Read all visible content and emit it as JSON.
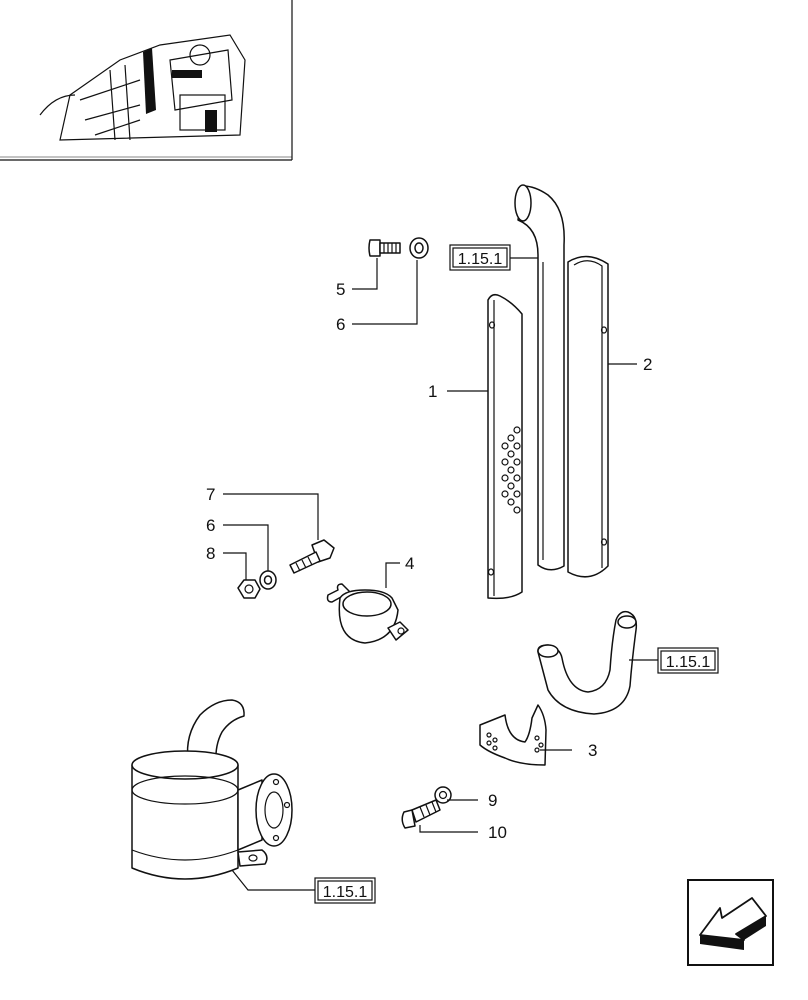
{
  "callouts": [
    {
      "id": "1",
      "label": "1"
    },
    {
      "id": "2",
      "label": "2"
    },
    {
      "id": "3",
      "label": "3"
    },
    {
      "id": "4",
      "label": "4"
    },
    {
      "id": "5",
      "label": "5"
    },
    {
      "id": "6a",
      "label": "6"
    },
    {
      "id": "6b",
      "label": "6"
    },
    {
      "id": "7",
      "label": "7"
    },
    {
      "id": "8",
      "label": "8"
    },
    {
      "id": "9",
      "label": "9"
    },
    {
      "id": "10",
      "label": "10"
    }
  ],
  "references": [
    {
      "id": "ref-exhaust-pipe",
      "label": "1.15.1"
    },
    {
      "id": "ref-elbow",
      "label": "1.15.1"
    },
    {
      "id": "ref-muffler",
      "label": "1.15.1"
    }
  ],
  "nav": {
    "icon": "back-arrow-icon"
  }
}
